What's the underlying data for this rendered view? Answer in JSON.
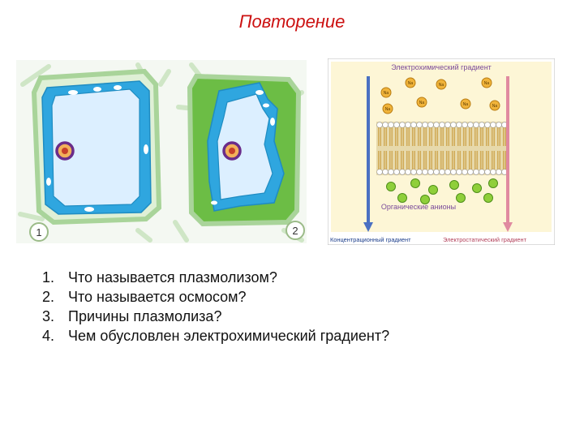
{
  "header": {
    "title": "Повторение"
  },
  "plasmolysis_figure": {
    "label_1": "1",
    "label_2": "2"
  },
  "gradient_figure": {
    "title": "Электрохимический градиент",
    "cation_label": "Na",
    "anion_label": "Органические анионы",
    "left_arrow_label": "Концентрационный градиент",
    "right_arrow_label": "Электростатический градиент"
  },
  "questions": [
    {
      "num": "1.",
      "text": "Что называется плазмолизом?"
    },
    {
      "num": "2.",
      "text": "Что называется осмосом?"
    },
    {
      "num": "3.",
      "text": "Причины плазмолиза?"
    },
    {
      "num": "4.",
      "text": "Чем обусловлен электрохимический градиент?"
    }
  ]
}
